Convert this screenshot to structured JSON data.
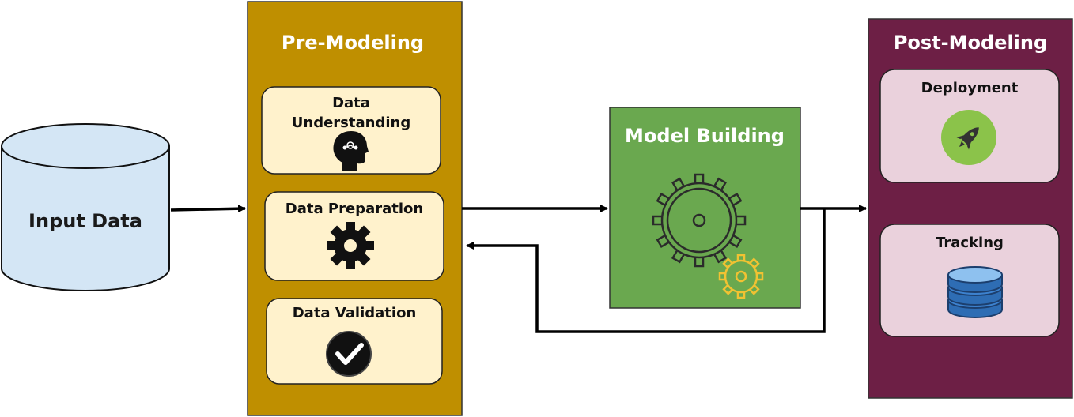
{
  "input": {
    "label": "Input Data"
  },
  "pre_modeling": {
    "title": "Pre-Modeling",
    "steps": [
      {
        "label_line1": "Data",
        "label_line2": "Understanding",
        "icon": "brain-head-icon"
      },
      {
        "label": "Data Preparation",
        "icon": "gear-icon"
      },
      {
        "label": "Data Validation",
        "icon": "check-circle-icon"
      }
    ]
  },
  "model_building": {
    "title": "Model Building",
    "icon": "gears-icon"
  },
  "post_modeling": {
    "title": "Post-Modeling",
    "steps": [
      {
        "label": "Deployment",
        "icon": "rocket-icon"
      },
      {
        "label": "Tracking",
        "icon": "database-icon"
      }
    ]
  },
  "colors": {
    "cylinder": "#d4e6f5",
    "pre_modeling": "#bf8f00",
    "pre_step": "#fff2cc",
    "model_building": "#6aa84f",
    "post_modeling": "#6d1f45",
    "post_step": "#ead1dc",
    "gear_accent": "#f1c232"
  }
}
